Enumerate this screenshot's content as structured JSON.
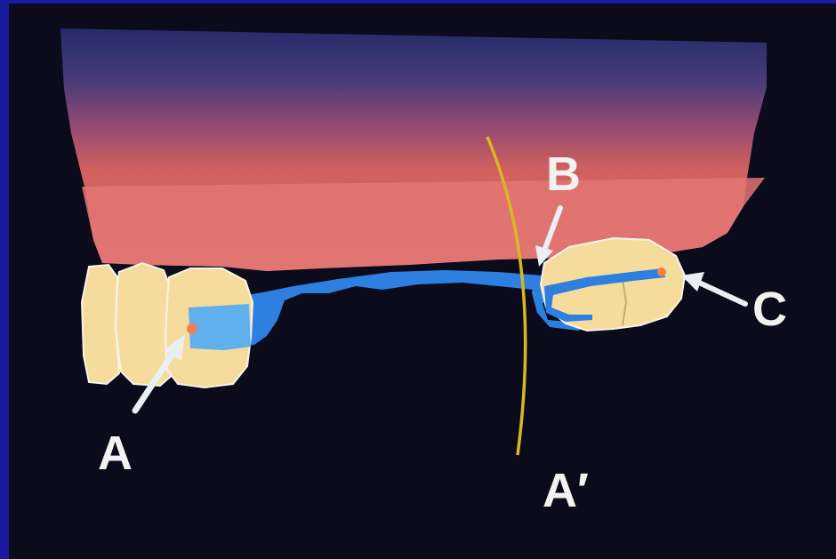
{
  "labels": {
    "a": "A",
    "a_prime": "A′",
    "b": "B",
    "c": "C"
  },
  "colors": {
    "border": "#1a1aa0",
    "background": "#0b0b1c",
    "tissue_top": "#3a3a7a",
    "tissue_mid": "#c85a5a",
    "tissue_bottom": "#e07070",
    "tooth": "#f5dc9c",
    "tooth_outline": "#f8f4e8",
    "connector": "#2d7fe0",
    "connector_light": "#5fb0ec",
    "fulcrum_line": "#d8b820",
    "rest_dot": "#f08050",
    "arrow": "#e8f0f4"
  }
}
